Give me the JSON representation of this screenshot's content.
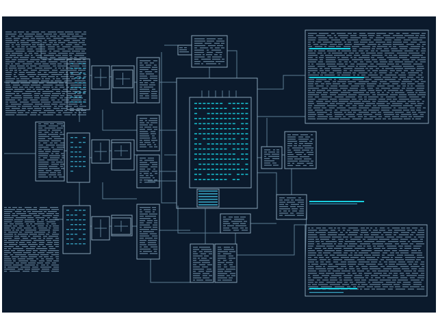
{
  "theme": {
    "background": "#0b1a2c",
    "line": "#5e7d95",
    "text_dim": "#6f8da5",
    "accent": "#18d0e0",
    "accent_soft": "#39a9c9",
    "box_stroke": "#8aa4b8"
  },
  "diagram": {
    "kind": "schematic block diagram",
    "text_legible": false,
    "blocks": [
      {
        "id": "left-top-panel"
      },
      {
        "id": "left-mid-panel"
      },
      {
        "id": "left-bottom-panel"
      },
      {
        "id": "grid-module-1"
      },
      {
        "id": "grid-module-2"
      },
      {
        "id": "grid-module-3"
      },
      {
        "id": "switch-box-1"
      },
      {
        "id": "switch-box-2"
      },
      {
        "id": "switch-box-3"
      },
      {
        "id": "central-core"
      },
      {
        "id": "right-top-panel"
      },
      {
        "id": "right-bottom-panel"
      }
    ]
  }
}
